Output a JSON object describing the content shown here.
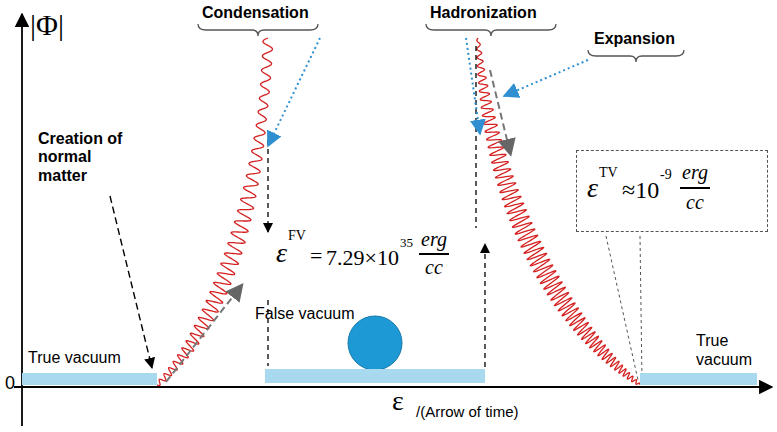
{
  "diagram": {
    "nodes": [
      {
        "text": [
          "True vacuum"
        ]
      },
      {
        "text": [
          "False vacuum"
        ]
      },
      {
        "text": [
          "True vacuum"
        ]
      },
      {
        "text": [
          "ε",
          "TV",
          "≈10",
          "-9",
          "erg",
          "cc"
        ]
      }
    ],
    "labels": [
      "|Φ|",
      "0",
      "ε",
      "/(Arrow of time)",
      "Condensation",
      "Hadronization",
      "Expansion",
      "Creation of normal matter",
      "ε",
      "FV",
      "=",
      "7.29×10",
      "35",
      "erg",
      "cc"
    ]
  }
}
